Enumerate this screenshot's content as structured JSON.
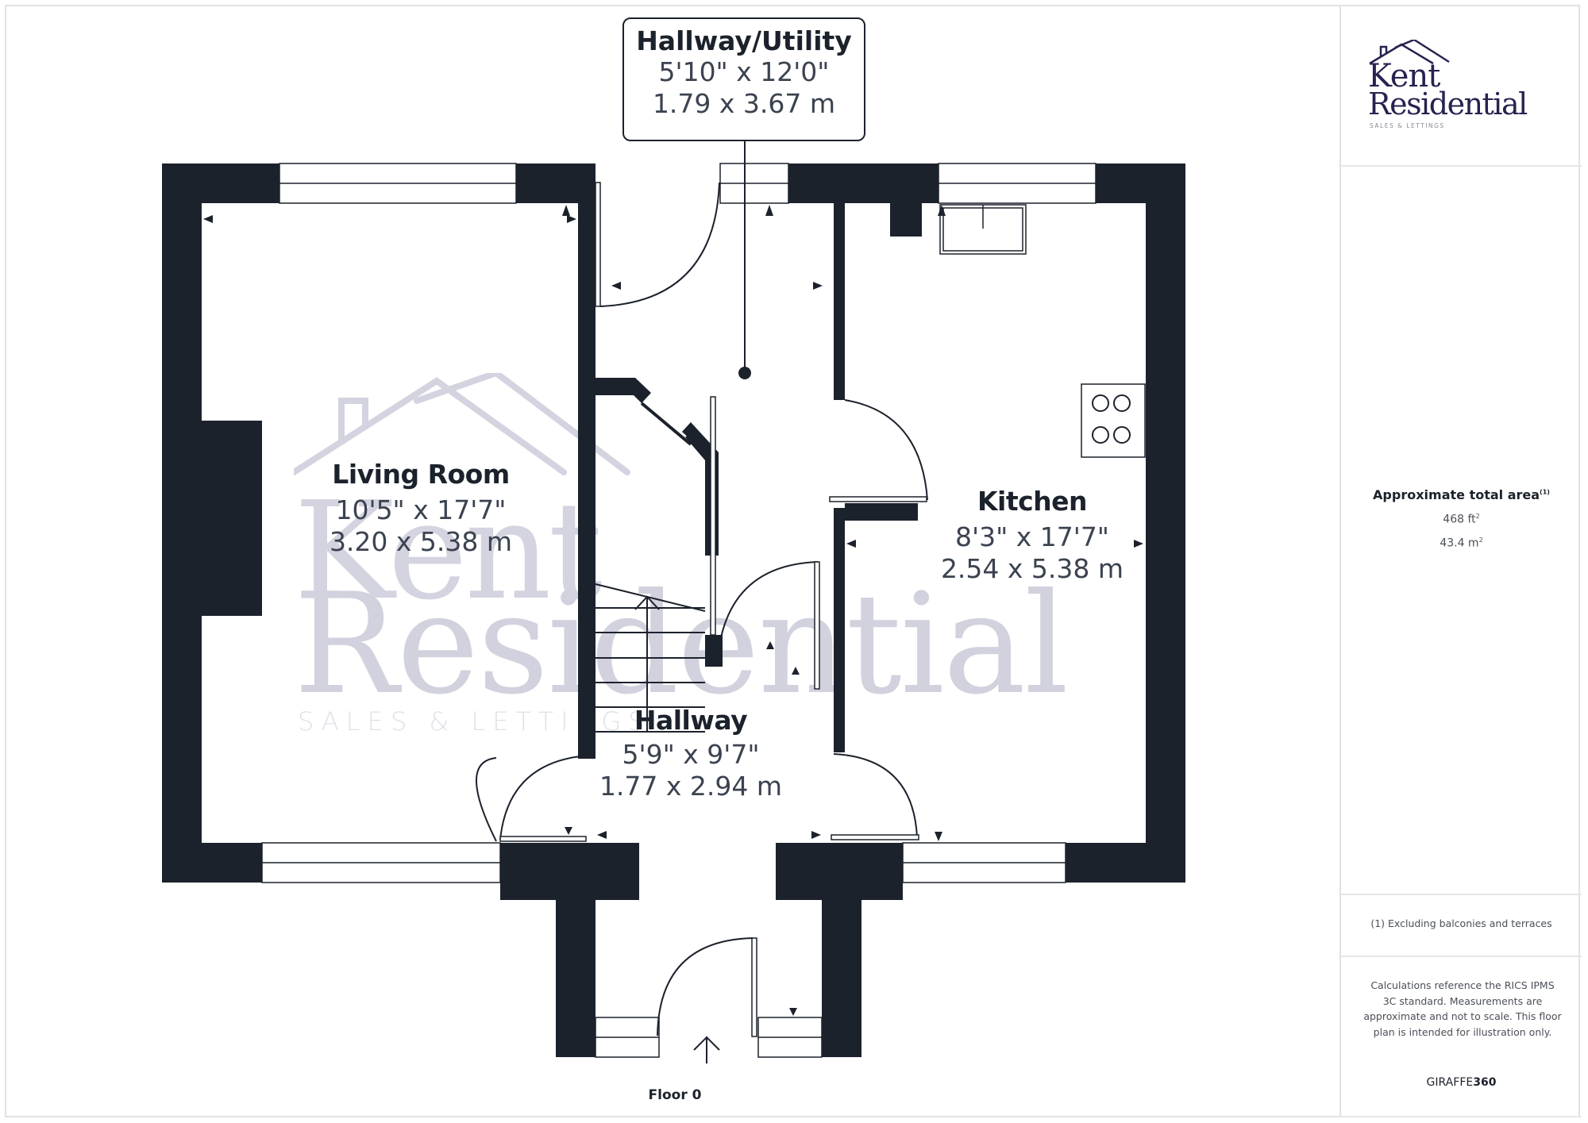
{
  "floorplan": {
    "floor_label": "Floor 0",
    "wall_color": "#1c222c",
    "rooms": [
      {
        "id": "hallway-utility",
        "name": "Hallway/Utility",
        "dim_imperial": "5'10\" x 12'0\"",
        "dim_metric": "1.79 x 3.67 m"
      },
      {
        "id": "living-room",
        "name": "Living Room",
        "dim_imperial": "10'5\" x 17'7\"",
        "dim_metric": "3.20 x 5.38 m"
      },
      {
        "id": "kitchen",
        "name": "Kitchen",
        "dim_imperial": "8'3\" x 17'7\"",
        "dim_metric": "2.54 x 5.38 m"
      },
      {
        "id": "hallway",
        "name": "Hallway",
        "dim_imperial": "5'9\" x 9'7\"",
        "dim_metric": "1.77 x 2.94 m"
      }
    ],
    "watermark": {
      "line1": "Kent",
      "line2": "Residential",
      "tagline": "SALES & LETTINGS",
      "color": "#d2d2de"
    },
    "entrance_icon": "arrow-up-icon"
  },
  "sidebar": {
    "logo": {
      "line1": "Kent",
      "line2": "Residential",
      "tagline": "SALES & LETTINGS",
      "color": "#26234f",
      "icon": "house-roof-icon"
    },
    "area": {
      "title": "Approximate total area",
      "footnote_ref": "(1)",
      "imperial_value": "468 ft",
      "imperial_sup": "2",
      "metric_value": "43.4 m",
      "metric_sup": "2"
    },
    "footnote": "(1) Excluding balconies and terraces",
    "disclaimer": "Calculations reference the RICS IPMS 3C standard. Measurements are approximate and not to scale. This floor plan is intended for illustration only.",
    "brand": {
      "prefix": "GIRAFFE",
      "suffix": "360"
    }
  }
}
